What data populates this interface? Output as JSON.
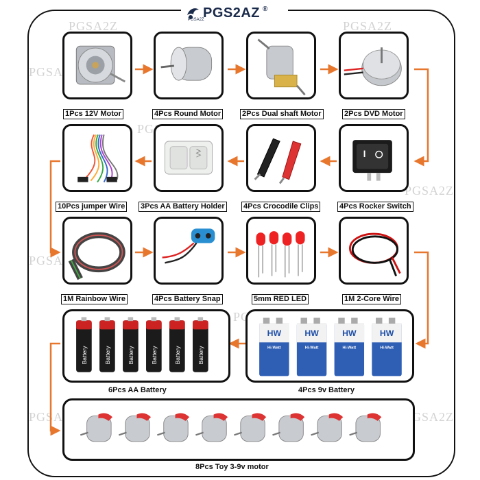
{
  "brand": {
    "name": "PGS2AZ",
    "registered": "®",
    "sub": "PGSA2Z"
  },
  "watermark": "PGSA2Z",
  "colors": {
    "arrow": "#e8772e",
    "border": "#111111"
  },
  "items": [
    {
      "label": "1Pcs 12V Motor",
      "icon": "dc-motor-icon"
    },
    {
      "label": "4Pcs Round Motor",
      "icon": "round-motor-icon"
    },
    {
      "label": "2Pcs Dual shaft Motor",
      "icon": "dual-shaft-motor-icon"
    },
    {
      "label": "2Pcs DVD Motor",
      "icon": "dvd-motor-icon"
    },
    {
      "label": "10Pcs jumper Wire",
      "icon": "jumper-wire-icon"
    },
    {
      "label": "3Pcs AA Battery Holder",
      "icon": "battery-holder-icon"
    },
    {
      "label": "4Pcs Crocodile Clips",
      "icon": "crocodile-clip-icon"
    },
    {
      "label": "4Pcs Rocker Switch",
      "icon": "rocker-switch-icon"
    },
    {
      "label": "1M Rainbow Wire",
      "icon": "rainbow-wire-icon"
    },
    {
      "label": "4Pcs Battery Snap",
      "icon": "battery-snap-icon"
    },
    {
      "label": "5mm RED LED",
      "icon": "red-led-icon"
    },
    {
      "label": "1M 2-Core Wire",
      "icon": "two-core-wire-icon"
    },
    {
      "label": "6Pcs AA Battery",
      "icon": "aa-battery-icon",
      "battery_text": "Battery"
    },
    {
      "label": "4Pcs 9v Battery",
      "icon": "nine-volt-battery-icon",
      "battery_brand": "HW",
      "battery_sub": "Hi-Watt"
    },
    {
      "label": "8Pcs Toy 3-9v motor",
      "icon": "toy-motor-icon"
    }
  ]
}
